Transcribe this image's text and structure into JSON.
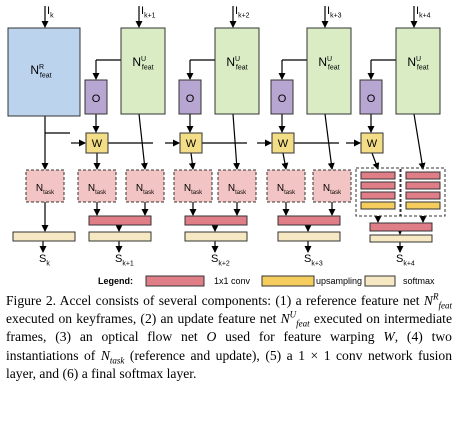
{
  "frames": [
    {
      "base": "I",
      "sub": "k"
    },
    {
      "base": "I",
      "sub": "k+1"
    },
    {
      "base": "I",
      "sub": "k+2"
    },
    {
      "base": "I",
      "sub": "k+3"
    },
    {
      "base": "I",
      "sub": "k+4"
    }
  ],
  "ref_net": {
    "base": "N",
    "sup": "R",
    "sub": "feat"
  },
  "update_nets": [
    {
      "base": "N",
      "sup": "U",
      "sub": "feat"
    },
    {
      "base": "N",
      "sup": "U",
      "sub": "feat"
    },
    {
      "base": "N",
      "sup": "U",
      "sub": "feat"
    },
    {
      "base": "N",
      "sup": "U",
      "sub": "feat"
    }
  ],
  "flow_label": "O",
  "warp_label": "W",
  "task_label": {
    "base": "N",
    "sub": "task"
  },
  "outputs": [
    {
      "base": "S",
      "sub": "k"
    },
    {
      "base": "S",
      "sub": "k+1"
    },
    {
      "base": "S",
      "sub": "k+2"
    },
    {
      "base": "S",
      "sub": "k+3"
    },
    {
      "base": "S",
      "sub": "k+4"
    }
  ],
  "legend": {
    "title": "Legend:",
    "conv": "1x1 conv",
    "upsampling": "upsampling",
    "softmax": "softmax"
  },
  "colors": {
    "green": "#d9ecc4",
    "blue": "#bcd3ee",
    "purple": "#b8a6d2",
    "yellow": "#f3dd87",
    "pink": "#f3c4c4",
    "red": "#e07e88",
    "gold": "#f5cd5f",
    "beige": "#f6e8c2",
    "stroke": "#333333"
  },
  "caption": {
    "p1": "Figure 2. Accel consists of several components: (1) a reference feature net ",
    "p2": " executed on keyframes, (2) an update feature net ",
    "p3": " executed on intermediate frames, (3) an optical flow net ",
    "p4": " used for feature warping ",
    "p5": ", (4) two instantiations of ",
    "p6": " (reference and update), (5) a 1 × 1 conv network fusion layer, and (6) a final softmax layer.",
    "m_ref": {
      "base": "N",
      "sup": "R",
      "sub": "feat"
    },
    "m_upd": {
      "base": "N",
      "sup": "U",
      "sub": "feat"
    },
    "m_o": "O",
    "m_w": "W",
    "m_task": {
      "base": "N",
      "sub": "task"
    }
  }
}
